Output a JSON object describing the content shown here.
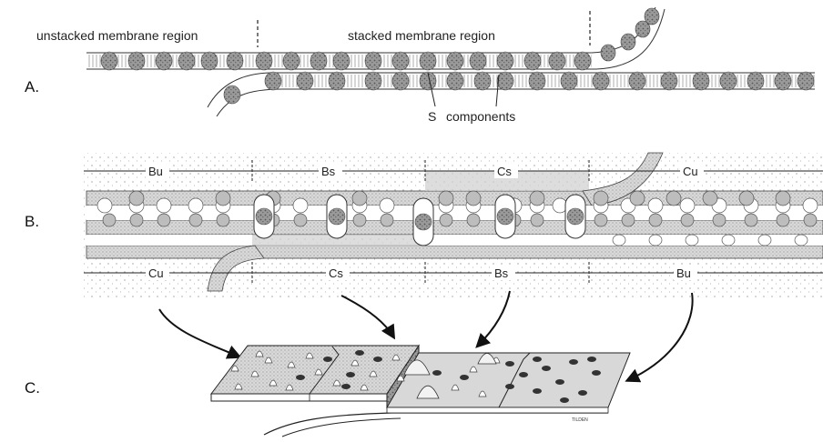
{
  "panels": {
    "a": {
      "label": "A.",
      "unstacked_caption": "unstacked membrane region",
      "stacked_caption": "stacked membrane region",
      "s_label": "S",
      "components_label": "components"
    },
    "b": {
      "label": "B.",
      "top_segments": [
        "Bu",
        "Bs",
        "Cs",
        "Cu"
      ],
      "bottom_segments": [
        "Cu",
        "Cs",
        "Bs",
        "Bu"
      ]
    },
    "c": {
      "label": "C.",
      "artist_signature": "TILDEN"
    }
  }
}
